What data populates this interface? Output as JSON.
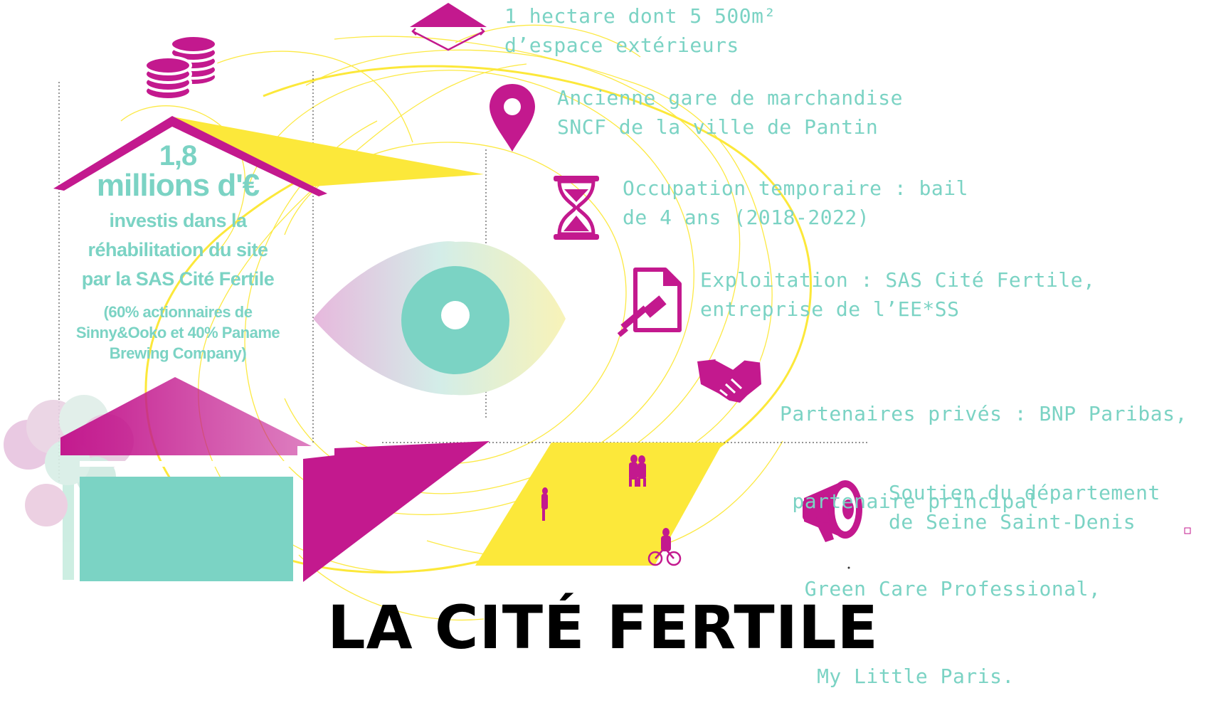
{
  "title": "LA CITÉ FERTILE",
  "investment": {
    "amount": "1,8",
    "unit": "millions d'€",
    "description_lines": [
      "investis dans la",
      "réhabilitation du site",
      "par la SAS Cité Fertile"
    ],
    "note_lines": [
      "(60% actionnaires de",
      "Sinny&Ooko et 40% Paname",
      "Brewing Company)"
    ]
  },
  "stats": {
    "area": {
      "icon": "area-icon",
      "lines": [
        "1 hectare dont 5 500m²",
        "d’espace extérieurs"
      ]
    },
    "location": {
      "icon": "map-pin-icon",
      "lines": [
        "Ancienne gare de marchandise",
        "SNCF de la ville de Pantin"
      ]
    },
    "lease": {
      "icon": "hourglass-icon",
      "lines": [
        "Occupation temporaire : bail",
        "de 4 ans (2018-2022)"
      ]
    },
    "operator": {
      "icon": "contract-signature-icon",
      "lines": [
        "Exploitation : SAS Cité Fertile,",
        "entreprise de l’EE*SS"
      ]
    },
    "partners": {
      "icon": "handshake-icon",
      "lines": [
        "Partenaires privés : BNP Paribas,",
        " partenaire principal",
        "  Green Care Professional,",
        "   My Little Paris."
      ]
    },
    "support": {
      "icon": "megaphone-icon",
      "lines": [
        "Soutien du département",
        "de Seine Saint-Denis"
      ]
    }
  },
  "colors": {
    "magenta": "#c3198e",
    "teal": "#7bd3c4",
    "yellow": "#fce83a",
    "title": "#000000"
  }
}
